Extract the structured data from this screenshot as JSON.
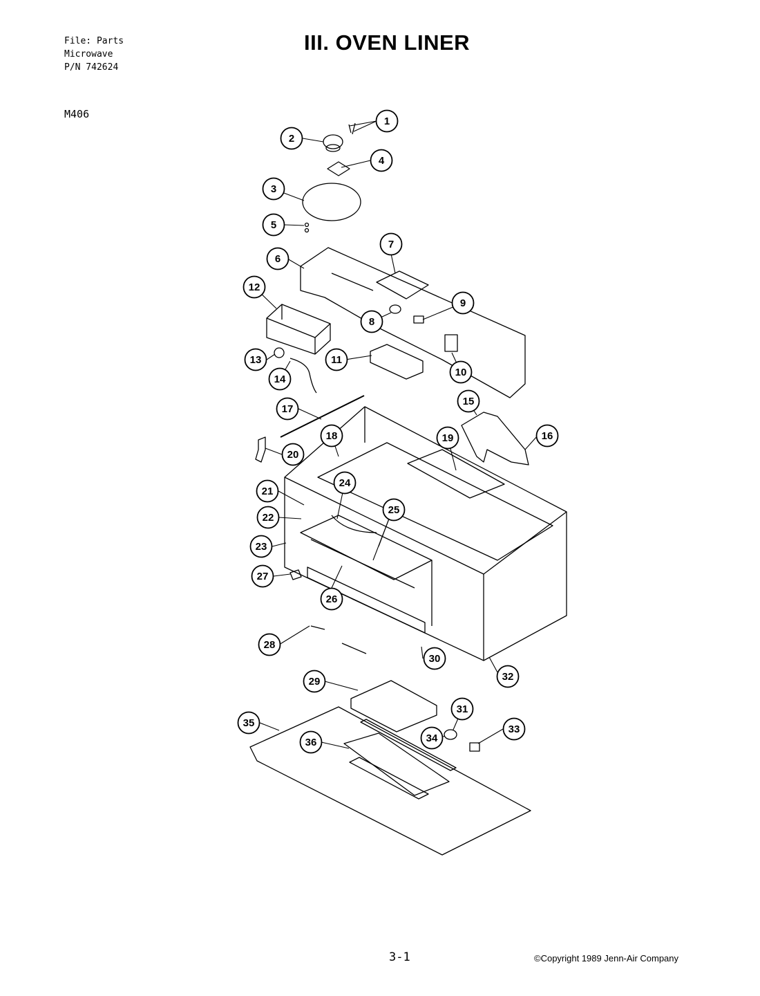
{
  "header": {
    "file_line": "File: Parts",
    "product_line": "Microwave",
    "pn_line": "P/N 742624"
  },
  "model": "M406",
  "title": "III. OVEN LINER",
  "footer": {
    "page": "3-1",
    "copyright": "©Copyright 1989 Jenn-Air Company"
  },
  "callouts": [
    "1",
    "2",
    "3",
    "4",
    "5",
    "6",
    "7",
    "8",
    "9",
    "10",
    "11",
    "12",
    "13",
    "14",
    "15",
    "16",
    "17",
    "18",
    "19",
    "20",
    "21",
    "22",
    "23",
    "24",
    "25",
    "26",
    "27",
    "28",
    "29",
    "30",
    "31",
    "32",
    "33",
    "34",
    "35",
    "36"
  ]
}
